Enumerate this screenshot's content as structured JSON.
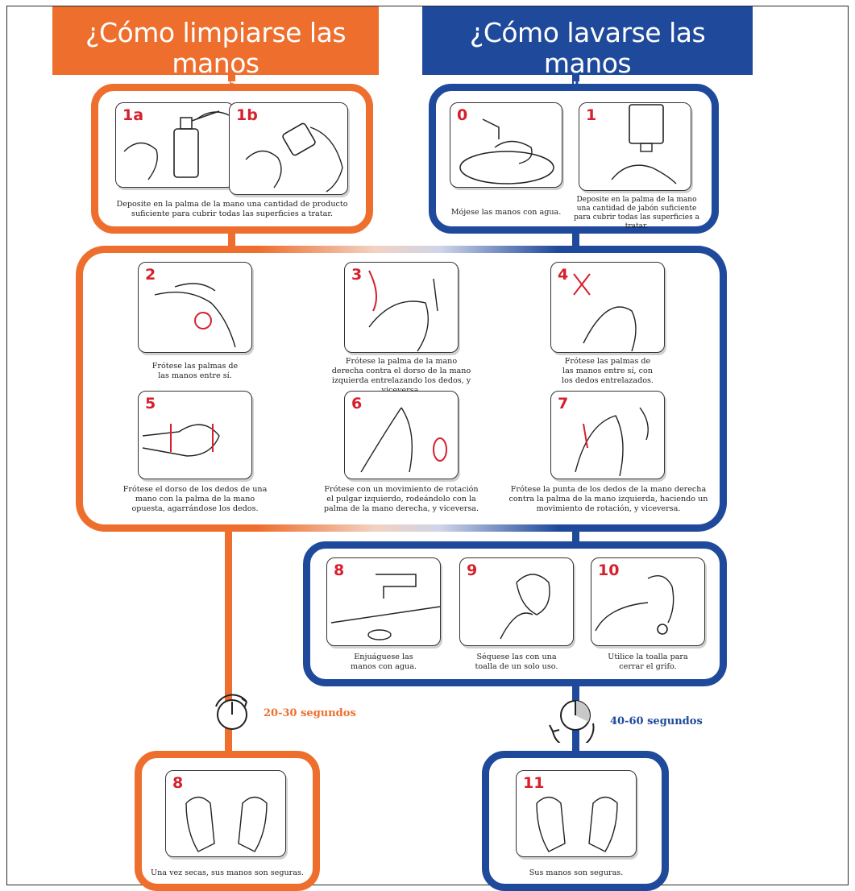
{
  "colors": {
    "orange": "#ee6f2d",
    "blue": "#1f4a9c",
    "red": "#d6202d"
  },
  "left_header": {
    "title": "¿Cómo limpiarse las manos",
    "subtitle": "CON UN DESINFECTANTE ALCOHÓLICO?"
  },
  "right_header": {
    "title": "¿Cómo lavarse las manos",
    "subtitle": "CON AGUA Y JABÓN?"
  },
  "steps": {
    "s1a": {
      "num": "1a",
      "icon": "pump-bottle-hand-icon"
    },
    "s1b": {
      "num": "1b",
      "icon": "pouring-bottle-hand-icon"
    },
    "s0": {
      "num": "0",
      "caption": "Mójese las manos con agua.",
      "icon": "wet-hands-sink-icon"
    },
    "s1": {
      "num": "1",
      "caption": "Deposite en la palma de la mano una cantidad de jabón suficiente para cubrir todas las superficies a tratar.",
      "icon": "soap-dispenser-icon"
    },
    "s2": {
      "num": "2",
      "caption": "Frótese las palmas de las manos entre sí.",
      "icon": "rub-palms-icon"
    },
    "s3": {
      "num": "3",
      "caption": "Frótese la palma de la mano derecha contra el dorso de la mano izquierda entrelazando los dedos, y viceversa.",
      "icon": "rub-back-of-hand-icon"
    },
    "s4": {
      "num": "4",
      "caption": "Frótese las palmas de las manos entre sí, con los dedos entrelazados.",
      "icon": "interlaced-fingers-icon"
    },
    "s5": {
      "num": "5",
      "caption": "Frótese el dorso de los dedos de una mano con la palma de la mano opuesta, agarrándose los dedos.",
      "icon": "interlocked-fingers-icon"
    },
    "s6": {
      "num": "6",
      "caption": "Frótese con un movimiento de rotación el pulgar izquierdo, rodeándolo con la palma de la mano derecha, y viceversa.",
      "icon": "rotate-thumb-icon"
    },
    "s7": {
      "num": "7",
      "caption": "Frótese la punta de los dedos de la mano derecha contra la palma de la mano izquierda, haciendo un movimiento de rotación, y viceversa.",
      "icon": "fingertips-rotation-icon"
    },
    "s8w": {
      "num": "8",
      "caption": "Enjuáguese las manos con agua.",
      "icon": "rinse-hands-icon"
    },
    "s9": {
      "num": "9",
      "caption": "Séquese las con una toalla de un solo uso.",
      "icon": "towel-dry-icon"
    },
    "s10": {
      "num": "10",
      "caption": "Utilice la toalla para cerrar el grifo.",
      "icon": "close-tap-icon"
    },
    "s8a": {
      "num": "8",
      "caption": "Una vez secas, sus manos son seguras.",
      "icon": "clean-hands-icon"
    },
    "s11": {
      "num": "11",
      "caption": "Sus manos son seguras.",
      "icon": "clean-hands-icon"
    }
  },
  "caption_1ab": "Deposite en la palma de la mano una cantidad de producto suficiente para cubrir todas las superficies a tratar.",
  "timer_left": {
    "text": "20-30 segundos",
    "icon": "clock-icon"
  },
  "timer_right": {
    "text": "40-60 segundos",
    "icon": "clock-icon"
  }
}
